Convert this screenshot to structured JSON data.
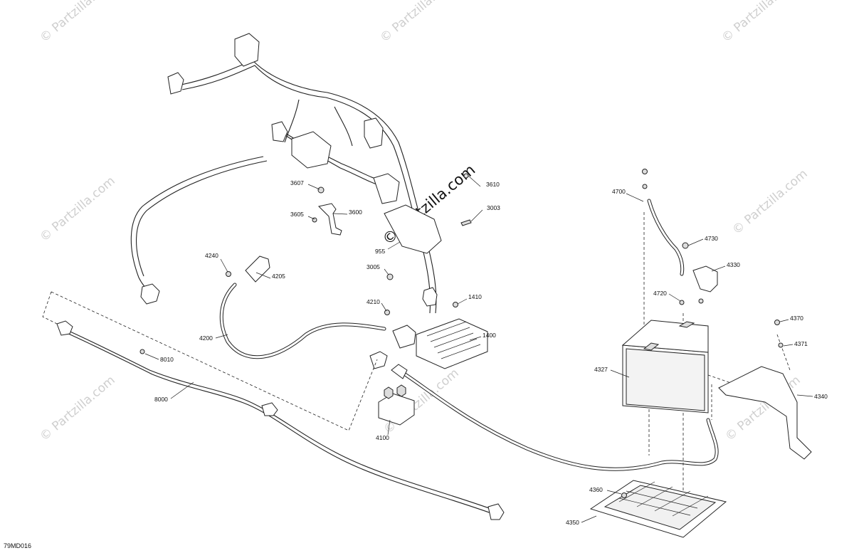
{
  "watermark": {
    "text": "© Partzilla.com",
    "center_text": "© Partzilla.com"
  },
  "figure_id": "79MD016",
  "callouts": [
    {
      "id": "c3607",
      "label": "3607"
    },
    {
      "id": "c3610",
      "label": "3610"
    },
    {
      "id": "c3605",
      "label": "3605"
    },
    {
      "id": "c3600",
      "label": "3600"
    },
    {
      "id": "c3003",
      "label": "3003"
    },
    {
      "id": "c955",
      "label": "955"
    },
    {
      "id": "c3005",
      "label": "3005"
    },
    {
      "id": "c4240",
      "label": "4240"
    },
    {
      "id": "c4205",
      "label": "4205"
    },
    {
      "id": "c4210",
      "label": "4210"
    },
    {
      "id": "c1410",
      "label": "1410"
    },
    {
      "id": "c1400",
      "label": "1400"
    },
    {
      "id": "c4200",
      "label": "4200"
    },
    {
      "id": "c8010",
      "label": "8010"
    },
    {
      "id": "c8000",
      "label": "8000"
    },
    {
      "id": "c4100",
      "label": "4100"
    },
    {
      "id": "c4700",
      "label": "4700"
    },
    {
      "id": "c4730",
      "label": "4730"
    },
    {
      "id": "c4330",
      "label": "4330"
    },
    {
      "id": "c4720",
      "label": "4720"
    },
    {
      "id": "c4327",
      "label": "4327"
    },
    {
      "id": "c4370",
      "label": "4370"
    },
    {
      "id": "c4371",
      "label": "4371"
    },
    {
      "id": "c4340",
      "label": "4340"
    },
    {
      "id": "c4360",
      "label": "4360"
    },
    {
      "id": "c4350",
      "label": "4350"
    }
  ]
}
